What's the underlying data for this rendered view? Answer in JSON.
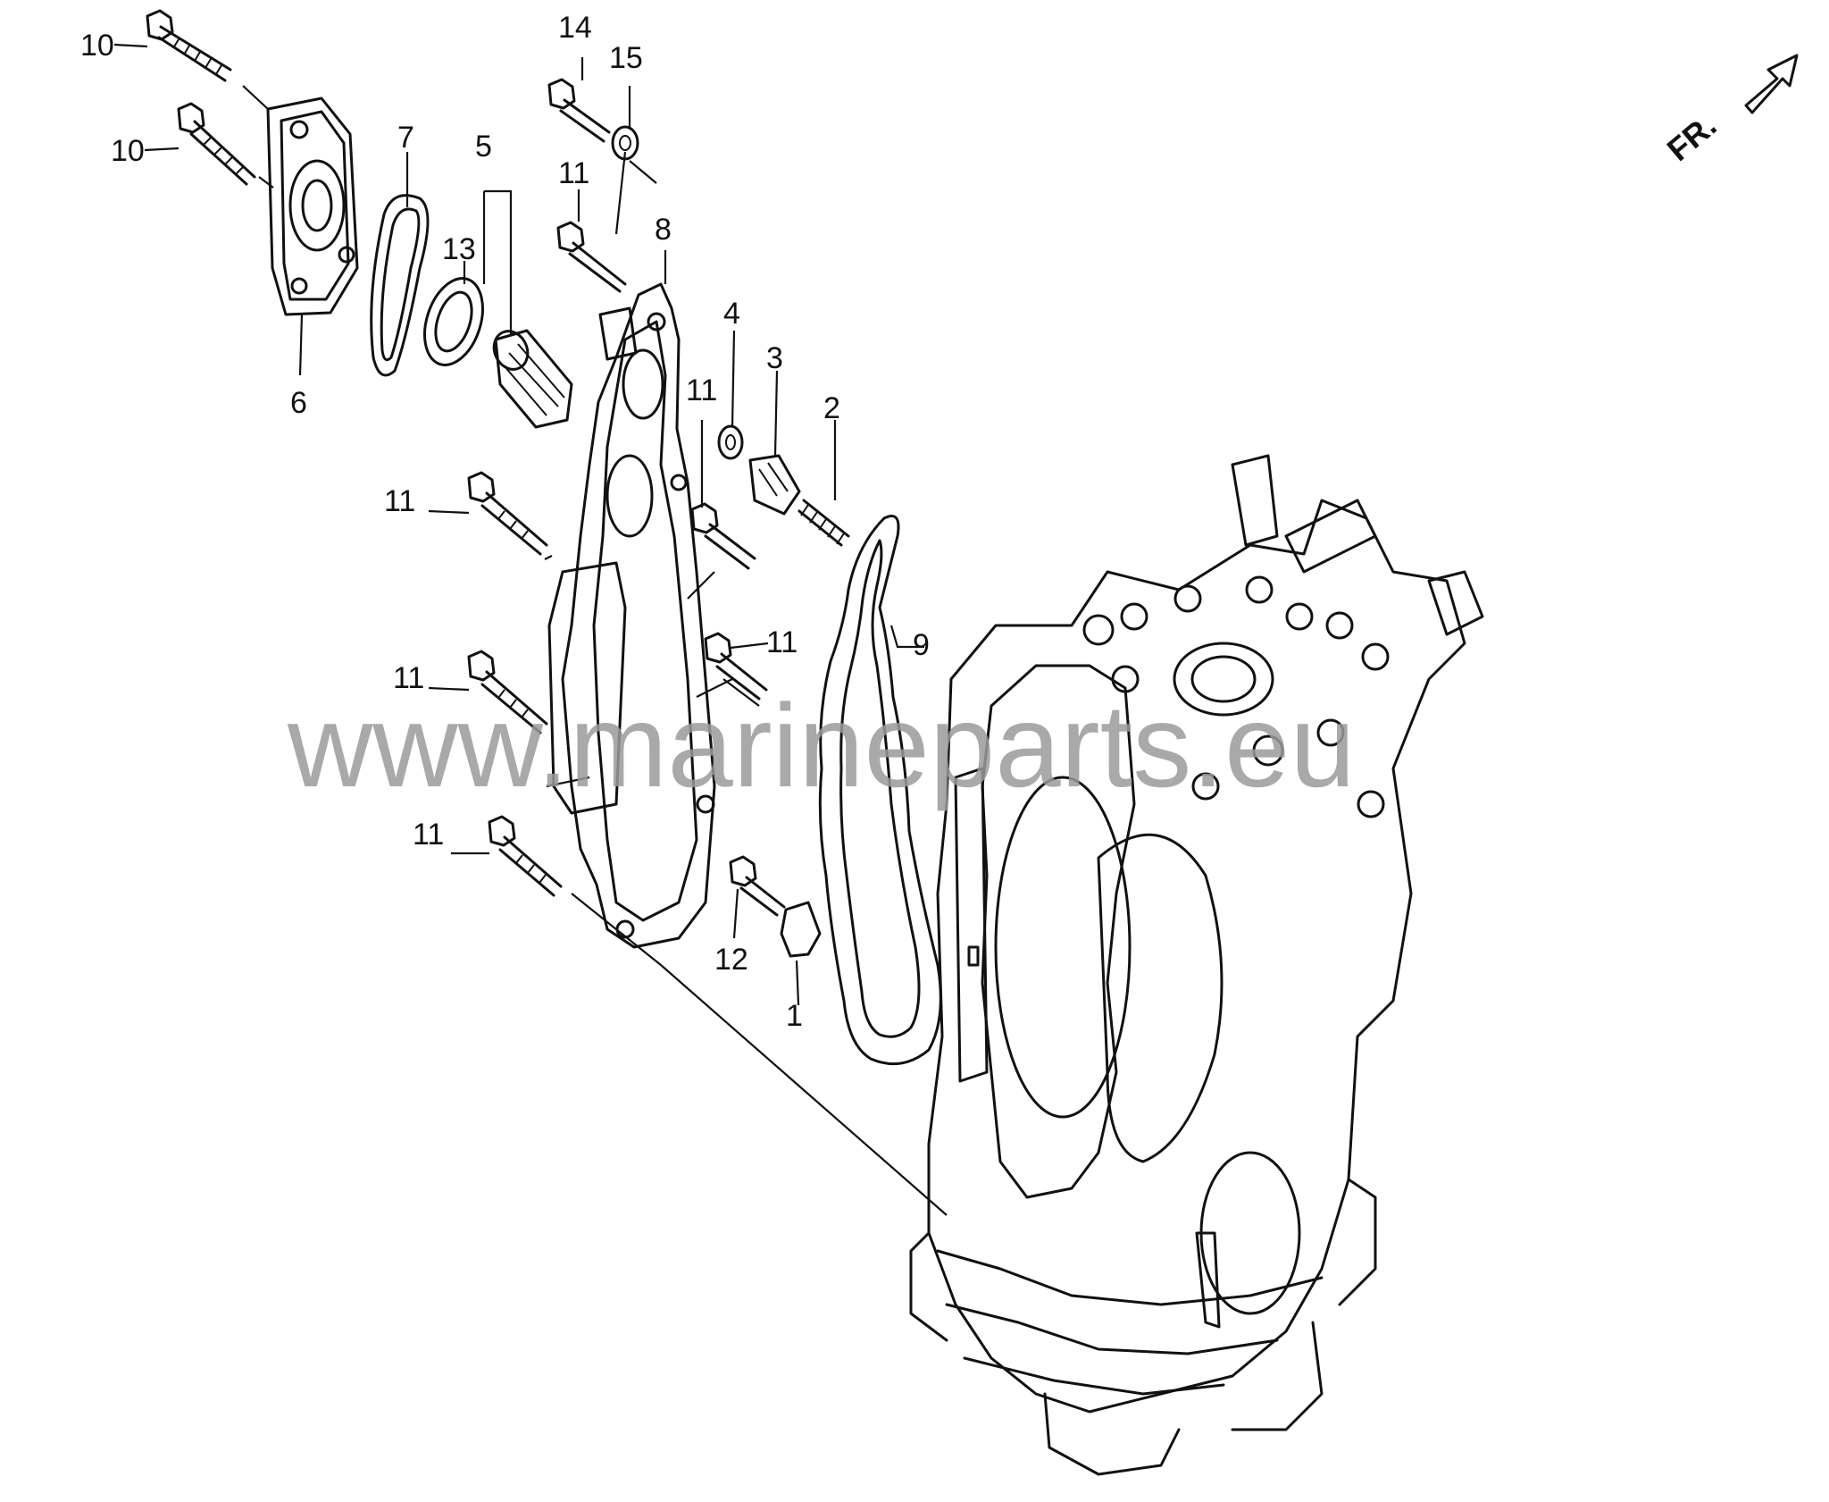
{
  "watermark": "www.marineparts.eu",
  "direction_label": "FR.",
  "callouts": {
    "c1": "1",
    "c2": "2",
    "c3": "3",
    "c4": "4",
    "c5": "5",
    "c6": "6",
    "c7": "7",
    "c8": "8",
    "c9": "9",
    "c10a": "10",
    "c10b": "10",
    "c11a": "11",
    "c11b": "11",
    "c11c": "11",
    "c11d": "11",
    "c11e": "11",
    "c11f": "11",
    "c12": "12",
    "c13": "13",
    "c14": "14",
    "c15": "15"
  },
  "icons": {
    "direction": "arrow-up-right-icon"
  }
}
